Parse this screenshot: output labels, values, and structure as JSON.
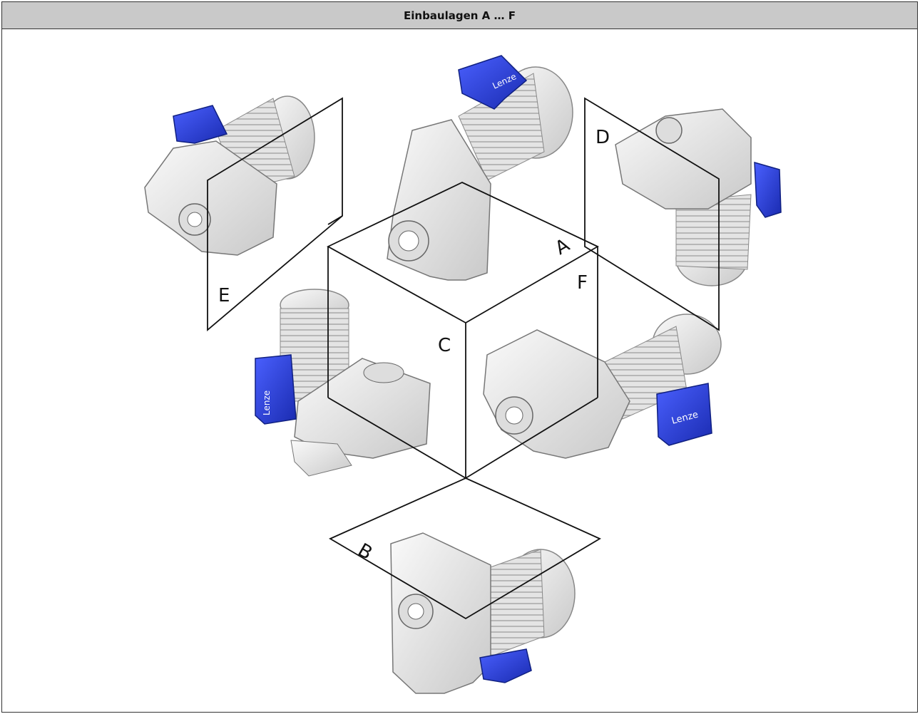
{
  "header": {
    "title": "Einbaulagen A … F"
  },
  "positions": {
    "A": "A",
    "B": "B",
    "C": "C",
    "D": "D",
    "E": "E",
    "F": "F"
  },
  "brand": {
    "logo_text": "Lenze"
  },
  "colors": {
    "terminal_box": "#2a3fd6",
    "housing": "#e9e9e9",
    "lines": "#111111",
    "header_bg": "#c9c9c9"
  }
}
